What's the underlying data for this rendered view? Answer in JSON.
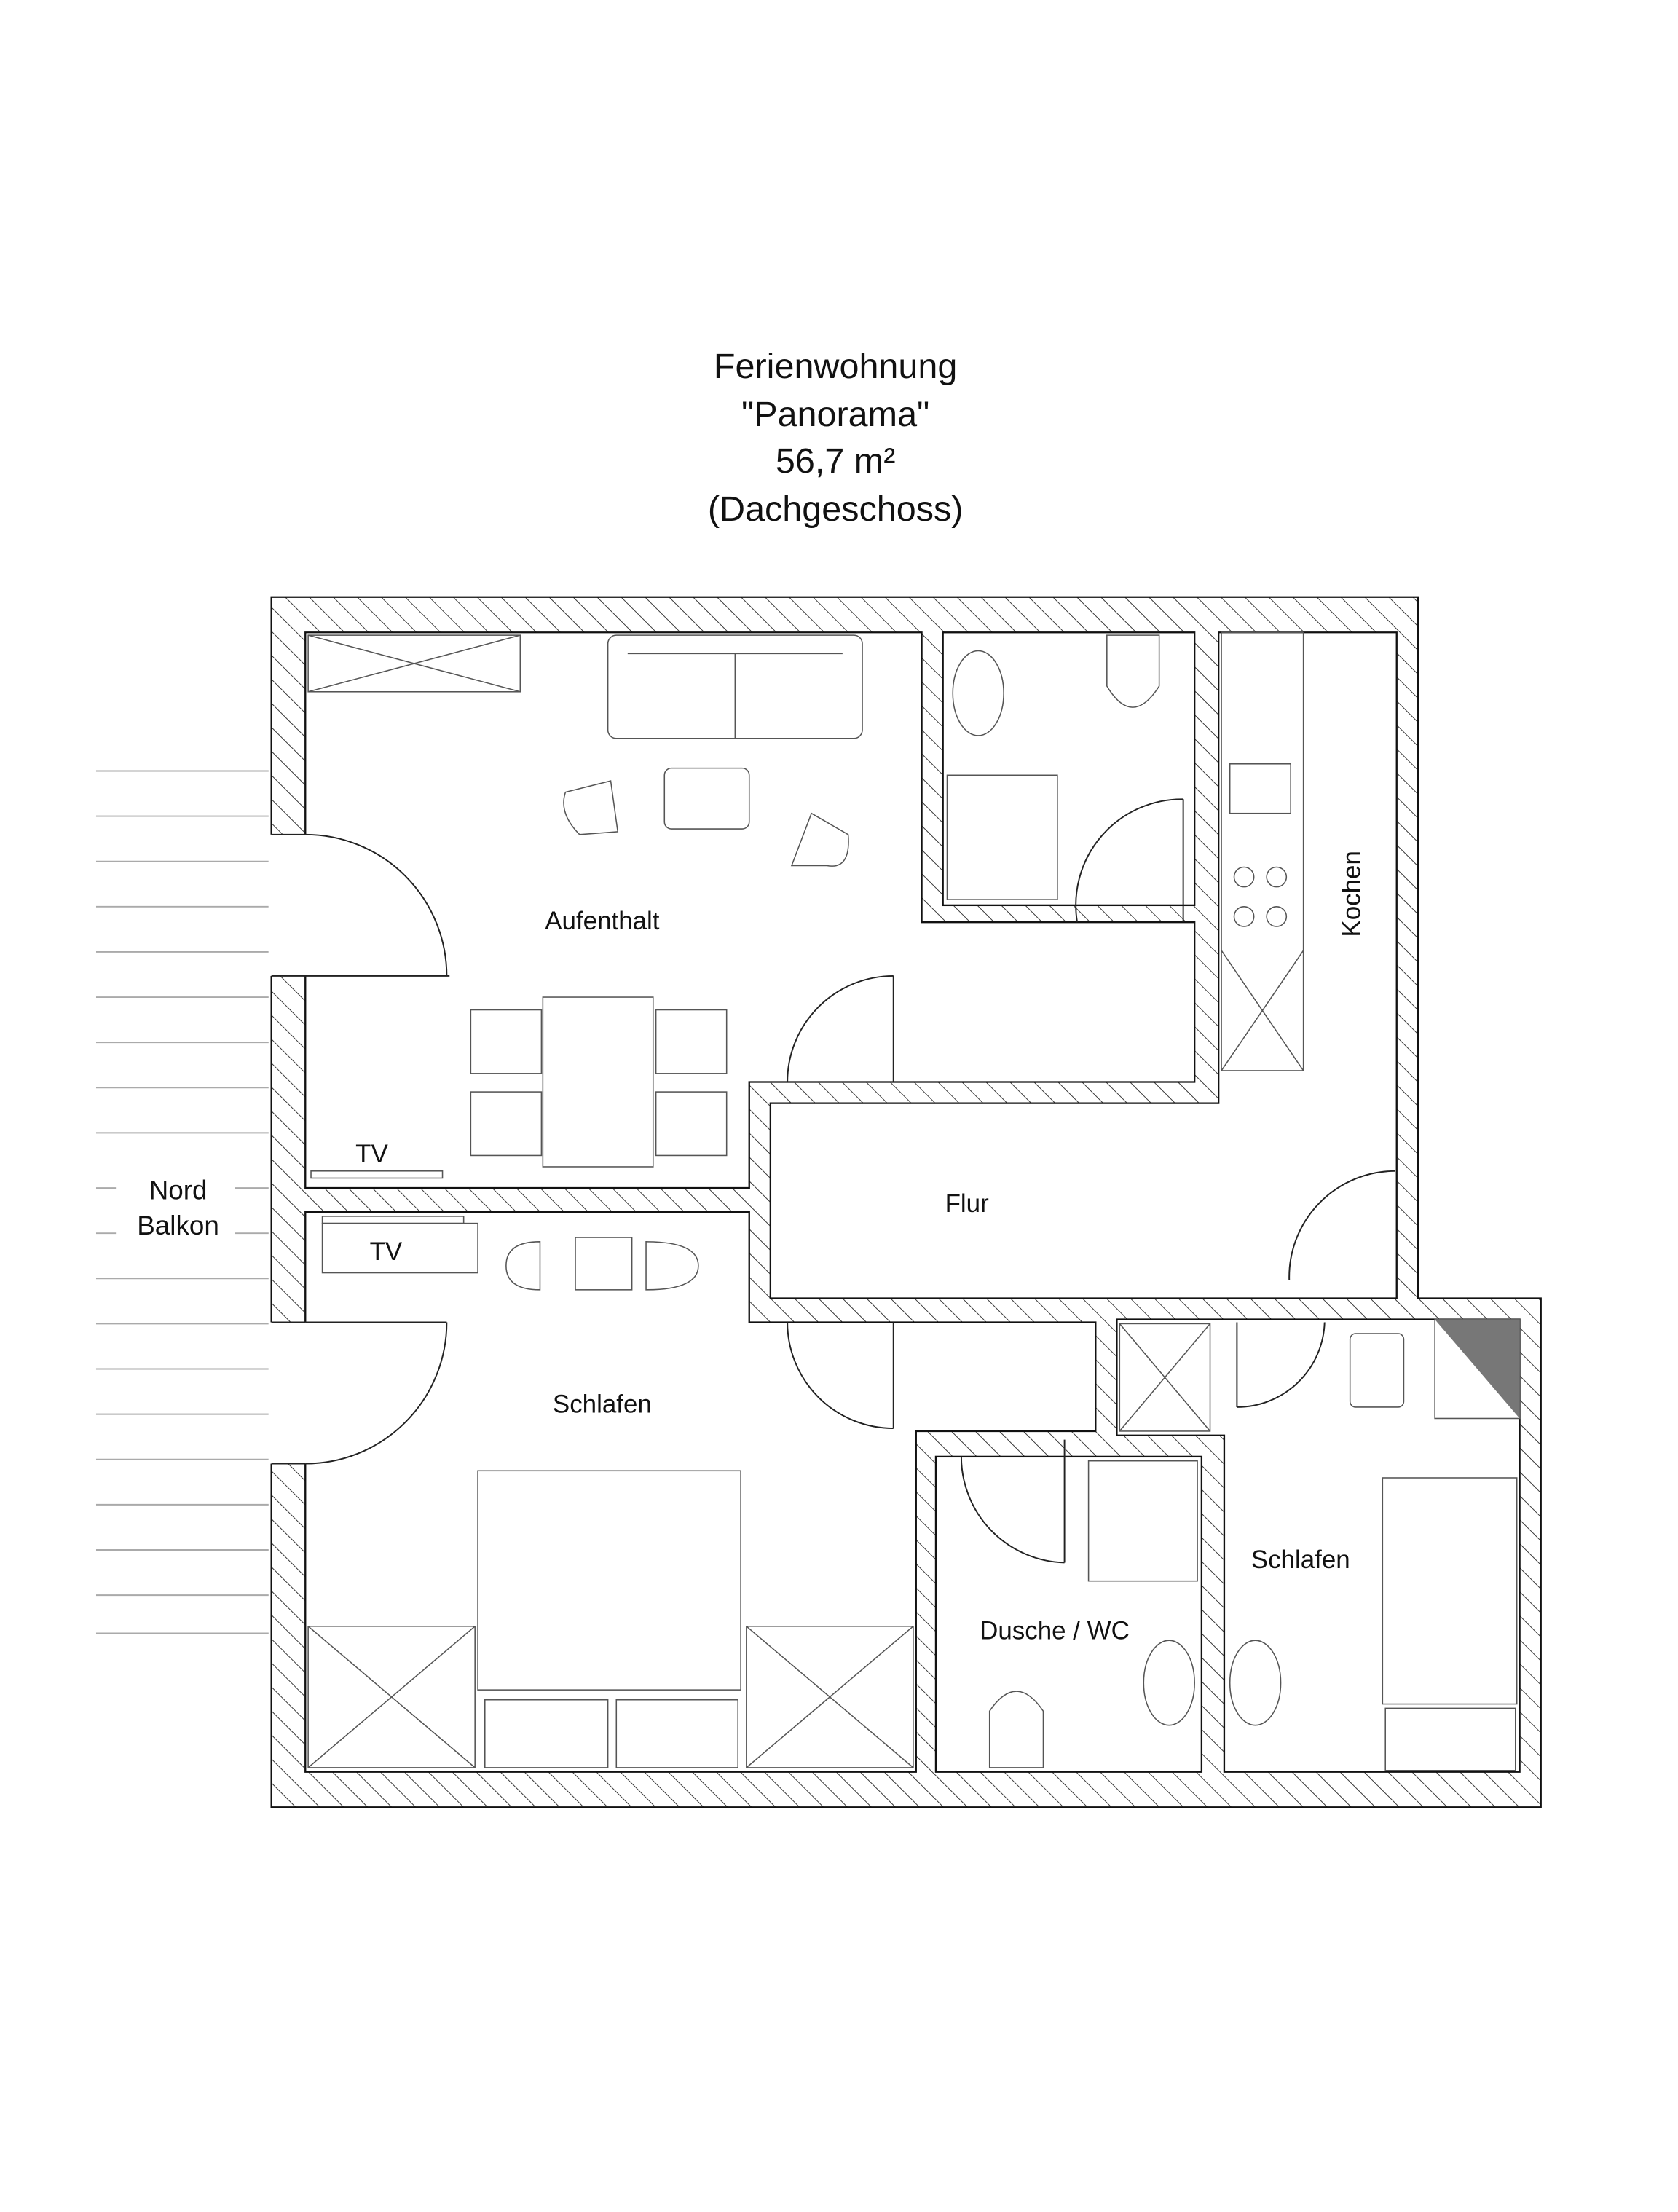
{
  "title": {
    "line1": "Ferienwohnung",
    "line2": "\"Panorama\"",
    "line3": "56,7 m²",
    "line4": "(Dachgeschoss)"
  },
  "rooms": {
    "living": "Aufenthalt",
    "kitchen": "Kochen",
    "hall": "Flur",
    "bedroom_left": "Schlafen",
    "bedroom_right": "Schlafen",
    "shower": "Dusche / WC"
  },
  "tv_labels": [
    "TV",
    "TV"
  ],
  "balcony": {
    "line1": "Nord",
    "line2": "Balkon"
  },
  "colors": {
    "wall_hatch": "#333333",
    "corner_fill": "#777777"
  }
}
